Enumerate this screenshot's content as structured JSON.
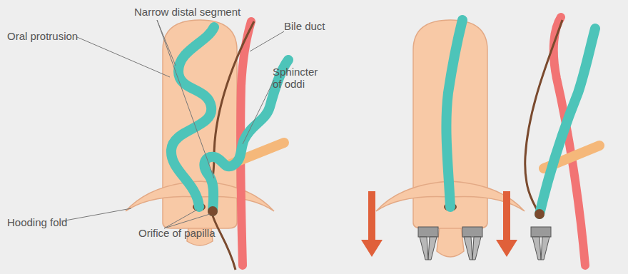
{
  "diagram": {
    "labels": [
      "Narrow distal segment",
      "Oral protrusion",
      "Bile duct",
      "Sphincter of oddi",
      "Hooding fold",
      "Orifice of papilla"
    ]
  }
}
